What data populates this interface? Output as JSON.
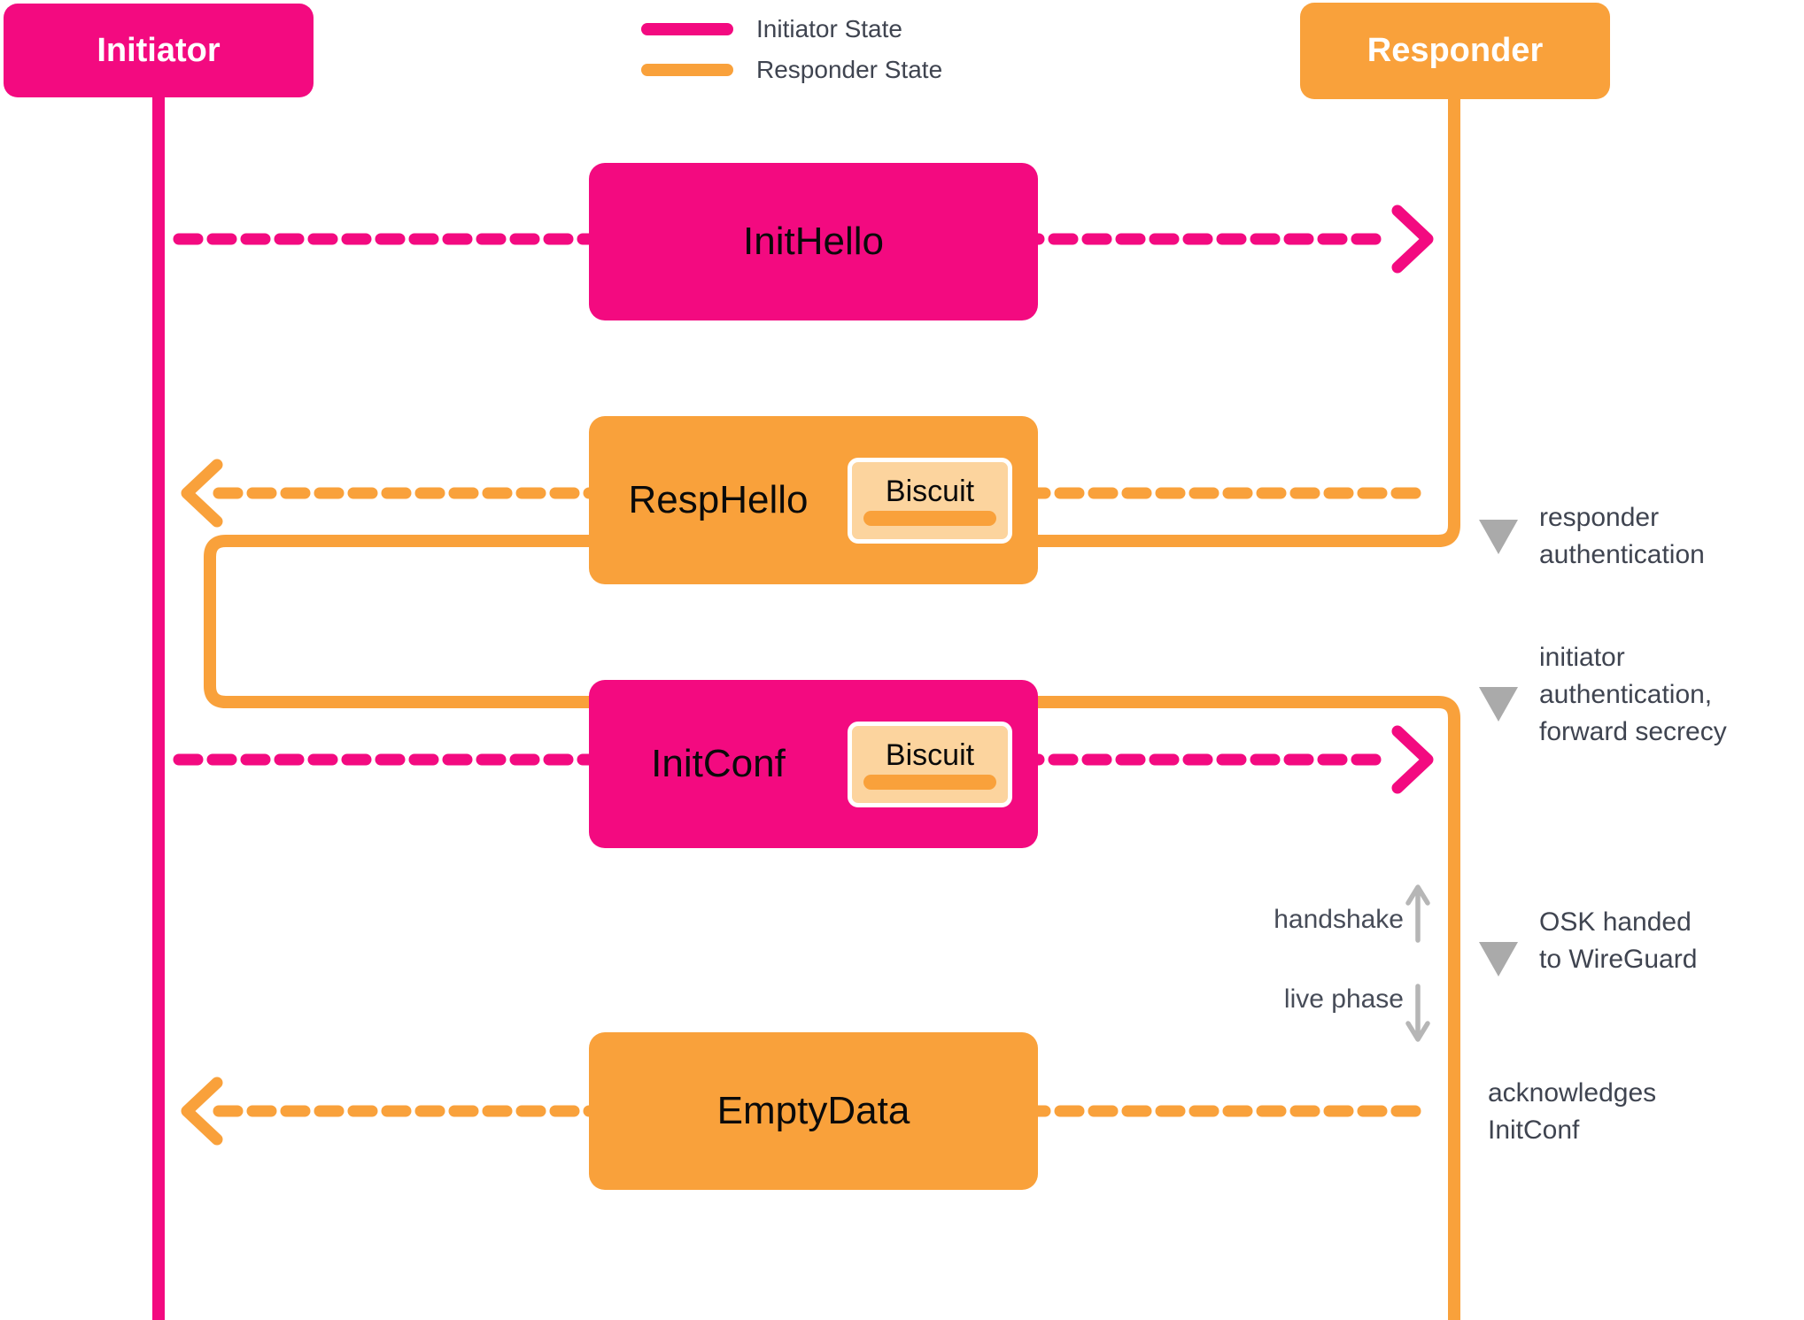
{
  "palette": {
    "pink": "#F30A80",
    "orange": "#F9A13B",
    "chip_fill": "#FCD49E",
    "chip_border": "#FFFFFF",
    "triangle_gray": "#AAAAAA",
    "phase_arrow_gray": "#B6B6B6",
    "text_dark": "#3F4450",
    "box_text": "#0A0A0A"
  },
  "actors": {
    "initiator": "Initiator",
    "responder": "Responder"
  },
  "legend": [
    {
      "label": "Initiator State",
      "color": "#F30A80"
    },
    {
      "label": "Responder State",
      "color": "#F9A13B"
    }
  ],
  "messages": [
    {
      "label": "InitHello",
      "direction": "initiator-to-responder",
      "color": "#F30A80"
    },
    {
      "label": "RespHello",
      "direction": "responder-to-initiator",
      "color": "#F9A13B",
      "biscuit": "Biscuit"
    },
    {
      "label": "InitConf",
      "direction": "initiator-to-responder",
      "color": "#F30A80",
      "biscuit": "Biscuit"
    },
    {
      "label": "EmptyData",
      "direction": "responder-to-initiator",
      "color": "#F9A13B"
    }
  ],
  "annotations": {
    "responder_auth": {
      "lines": [
        "responder",
        "authentication"
      ]
    },
    "initiator_auth": {
      "lines": [
        "initiator",
        "authentication,",
        "forward secrecy"
      ]
    },
    "osk": {
      "lines": [
        "OSK handed",
        "to WireGuard"
      ]
    },
    "ack": {
      "lines": [
        "acknowledges",
        "InitConf"
      ]
    }
  },
  "phase": {
    "handshake": "handshake",
    "live": "live phase"
  }
}
